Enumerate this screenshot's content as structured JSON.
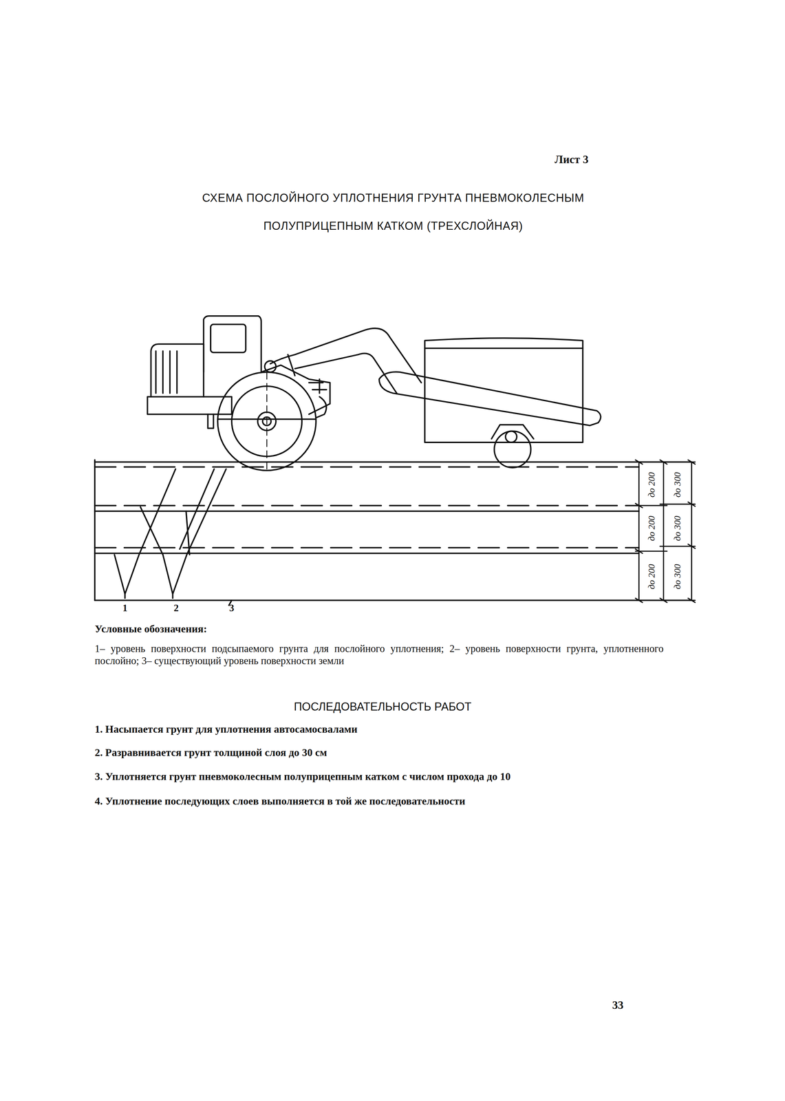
{
  "diagram": {
    "title": "СХЕМА ПОСЛОЙНОГО УПЛОТНЕНИЯ ГРУНТА ПНЕВМОКОЛЕСНЫМ ПОЛУПРИЦЕПНЫМ КАТКОМ (ТРЕХСЛОЙНАЯ)",
    "labels": [
      "Лист 3",
      "до 200",
      "до 300",
      "до 200",
      "до 300",
      "до 200",
      "до 300",
      "1",
      "2",
      "3",
      "Условные обозначения:",
      "1– уровень поверхности подсыпаемого грунта для послойного уплотнения; 2– уровень поверхности грунта, уплотненного послойно; 3– существующий уровень поверхности земли",
      "ПОСЛЕДОВАТЕЛЬНОСТЬ РАБОТ",
      "1. Насыпается грунт для уплотнения автосамосвалами",
      "2. Разравнивается грунт толщиной слоя до 30 см",
      "3. Уплотняется грунт пневмоколесным полуприцепным катком с числом прохода до 10",
      "4. Уплотнение последующих слоев выполняется в той же последовательности",
      "33"
    ]
  }
}
